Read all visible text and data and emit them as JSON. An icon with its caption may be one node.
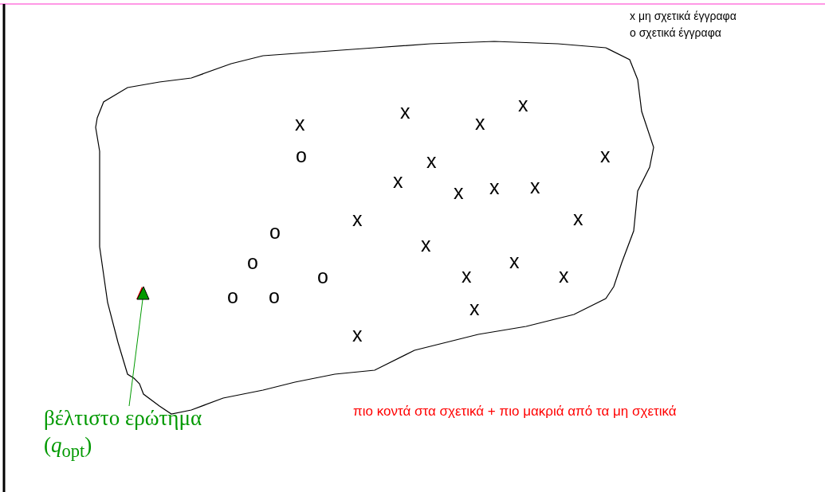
{
  "diagram": {
    "nodes": [
      {
        "text": [
          "βέλτιστο ερώτημα (*q*$_{opt}$)"
        ]
      },
      {
        "text": [],
        "shape": "triangle"
      }
    ],
    "edges": [
      {
        "from": 0,
        "to": 1,
        "arrow": "none",
        "color": "#009900"
      }
    ],
    "labels": [
      "x",
      "x",
      "x",
      "x",
      "o",
      "x",
      "x",
      "x",
      "x",
      "x",
      "x",
      "x",
      "x",
      "o",
      "x",
      "o",
      "x",
      "o",
      "x",
      "x",
      "o",
      "o",
      "x",
      "x",
      "πιο κοντά στα σχετικά + πιο μακριά από τα μη σχετικά"
    ],
    "legend": [
      {
        "text": "x μη σχετικά έγγραφα"
      },
      {
        "text": "o σχετικά έγγραφα"
      }
    ]
  }
}
